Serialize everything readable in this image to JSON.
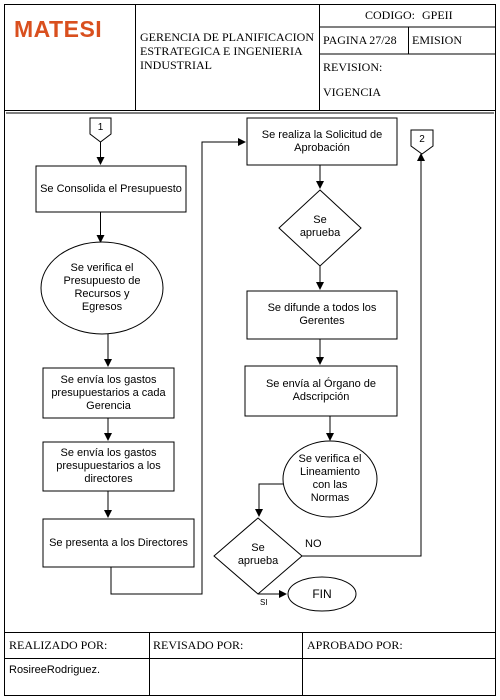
{
  "header": {
    "logo_text": "MATESI",
    "department_line1": "GERENCIA DE PLANIFICACION",
    "department_line2": "ESTRATEGICA E INGENIERIA",
    "department_line3": "INDUSTRIAL",
    "codigo_label": "CODIGO:",
    "codigo_value": "GPEII",
    "pagina_label": "PAGINA",
    "pagina_value": "27/28",
    "emision_label": "EMISION",
    "revision_label": "REVISION:",
    "vigencia_label": "VIGENCIA"
  },
  "flowchart": {
    "connector_in": "1",
    "connector_out": "2",
    "nodes": {
      "consolida": "Se Consolida el Presupuesto",
      "verifica_presupuesto": "Se verifica el Presupuesto de Recursos y Egresos",
      "envia_gerencia": "Se envía los gastos presupuestarios a cada Gerencia",
      "envia_directores": "Se envía los gastos presupuestarios a los directores",
      "presenta_directores": "Se presenta a los Directores",
      "solicitud_aprobacion": "Se realiza la Solicitud de Aprobación",
      "aprueba_1": "Se aprueba",
      "difunde_gerentes": "Se difunde a todos los Gerentes",
      "envia_organo": "Se envía al Órgano de Adscripción",
      "verifica_lineamiento": "Se verifica el Lineamiento con las Normas",
      "aprueba_2": "Se aprueba",
      "fin": "FIN"
    },
    "labels": {
      "no": "NO",
      "si": "SI"
    }
  },
  "footer": {
    "realizado_label": "REALIZADO POR:",
    "revisado_label": "REVISADO POR:",
    "aprobado_label": "APROBADO POR:",
    "realizado_value": "RosireeRodriguez."
  }
}
